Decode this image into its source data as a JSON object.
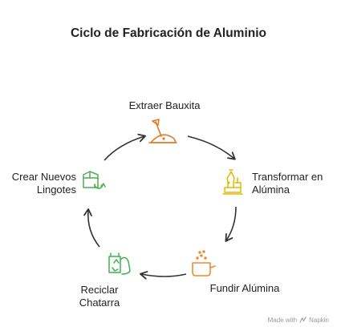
{
  "title": "Ciclo de Fabricación de Aluminio",
  "steps": [
    {
      "lines": [
        "Extraer Bauxita"
      ],
      "icon": "mining-shovel-icon",
      "color": "#e07b24"
    },
    {
      "lines": [
        "Transformar en",
        "Alúmina"
      ],
      "icon": "chemistry-lab-icon",
      "color": "#e5b800"
    },
    {
      "lines": [
        "Fundir Alúmina"
      ],
      "icon": "smelting-pot-icon",
      "color": "#ef8a2c"
    },
    {
      "lines": [
        "Reciclar",
        "Chatarra"
      ],
      "icon": "recycle-bag-icon",
      "color": "#3fb34f"
    },
    {
      "lines": [
        "Crear Nuevos",
        "Lingotes"
      ],
      "icon": "recycled-box-icon",
      "color": "#4caf50"
    }
  ],
  "footer": {
    "made_with": "Made with",
    "brand": "Napkin"
  }
}
